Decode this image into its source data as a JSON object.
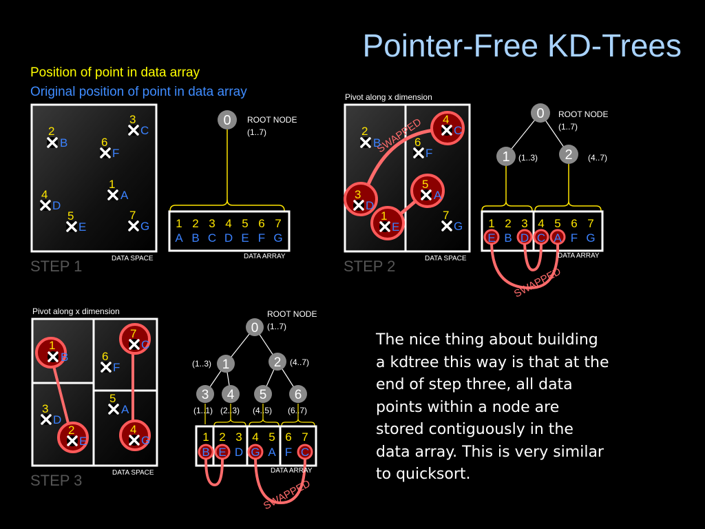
{
  "title": "Pointer-Free KD-Trees",
  "legend": {
    "yellow": "Position of point in data array",
    "blue": "Original position of point in data array"
  },
  "labels": {
    "root_node": "ROOT NODE",
    "root_range": "(1..7)",
    "data_space": "DATA SPACE",
    "data_array": "DATA ARRAY",
    "pivot_x": "Pivot along x dimension",
    "swapped": "SWAPPED"
  },
  "steps": [
    "STEP 1",
    "STEP 2",
    "STEP 3"
  ],
  "step1": {
    "positions": [
      "1",
      "2",
      "3",
      "4",
      "5",
      "6",
      "7"
    ],
    "letters": [
      "A",
      "B",
      "C",
      "D",
      "E",
      "F",
      "G"
    ]
  },
  "step2": {
    "positions": [
      "1",
      "2",
      "3",
      "4",
      "5",
      "6",
      "7"
    ],
    "letters": [
      "E",
      "B",
      "D",
      "C",
      "A",
      "F",
      "G"
    ],
    "nodes": [
      "0",
      "1",
      "2"
    ],
    "ranges": [
      "(1..3)",
      "(4..7)"
    ]
  },
  "step3": {
    "positions": [
      "1",
      "2",
      "3",
      "4",
      "5",
      "6",
      "7"
    ],
    "letters": [
      "B",
      "E",
      "D",
      "G",
      "A",
      "F",
      "C"
    ],
    "nodes": [
      "0",
      "1",
      "2",
      "3",
      "4",
      "5",
      "6"
    ],
    "ranges": [
      "(1..3)",
      "(4..7)",
      "(1..1)",
      "(2..3)",
      "(4..5)",
      "(6..7)"
    ]
  },
  "paragraph": "The nice thing about building a kdtree this way is that at the end of step three, all data points within a node are stored contiguously in the data array. This is very similar to quicksort.",
  "colors": {
    "title": "#a9d3ff",
    "yellow": "#ffe600",
    "blue": "#3b82ff",
    "highlight": "#ff5a5a",
    "node": "#8a8a8a"
  },
  "icons": [
    "cross-marker-icon"
  ]
}
